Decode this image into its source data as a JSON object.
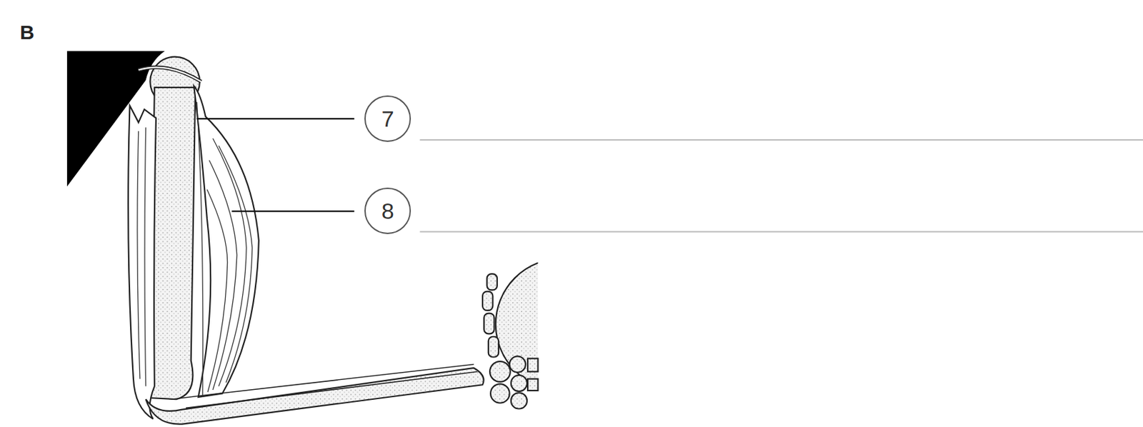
{
  "diagram": {
    "nodes": [
      {
        "text": [
          "7"
        ]
      },
      {
        "text": [
          "8"
        ]
      }
    ],
    "labels": [
      "B"
    ]
  }
}
